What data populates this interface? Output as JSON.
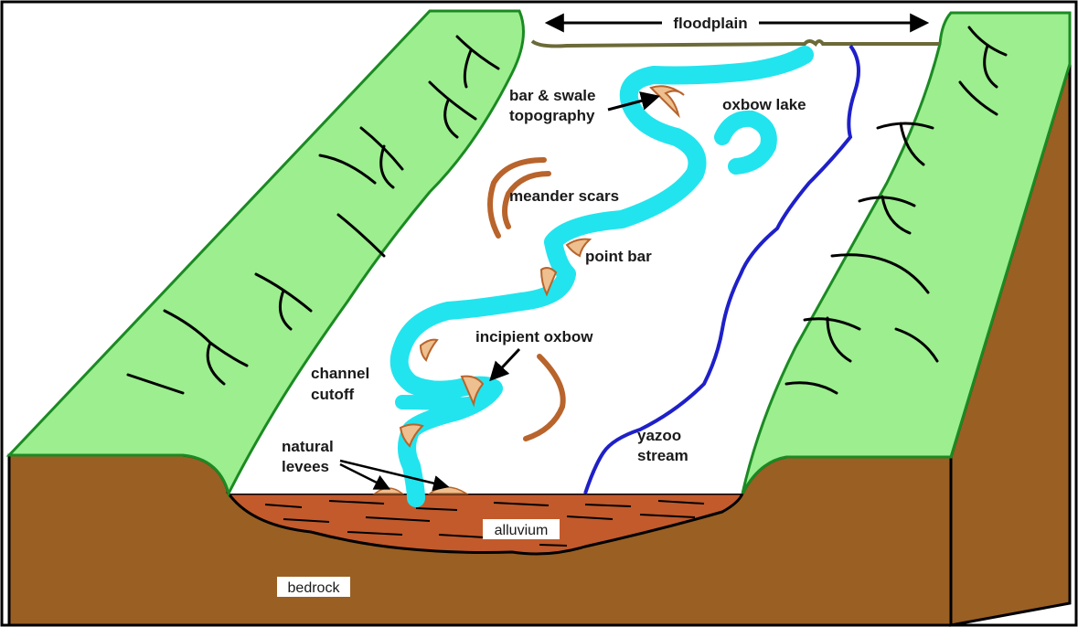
{
  "labels": {
    "floodplain": "floodplain",
    "bar_swale_1": "bar & swale",
    "bar_swale_2": "topography",
    "oxbow_lake": "oxbow lake",
    "meander_scars": "meander scars",
    "point_bar": "point bar",
    "incipient_oxbow": "incipient oxbow",
    "channel_cutoff_1": "channel",
    "channel_cutoff_2": "cutoff",
    "natural_levees_1": "natural",
    "natural_levees_2": "levees",
    "yazoo_stream_1": "yazoo",
    "yazoo_stream_2": "stream",
    "alluvium": "alluvium",
    "bedrock": "bedrock"
  },
  "colors": {
    "bluff_green": "#9cee8e",
    "river_cyan": "#22e4ee",
    "yazoo_blue": "#1e20c8",
    "bedrock_brown": "#9a5f23",
    "alluvium_brown": "#c25a2c",
    "scar_brown": "#b8642c",
    "point_bar_tan": "#eebf8f"
  }
}
